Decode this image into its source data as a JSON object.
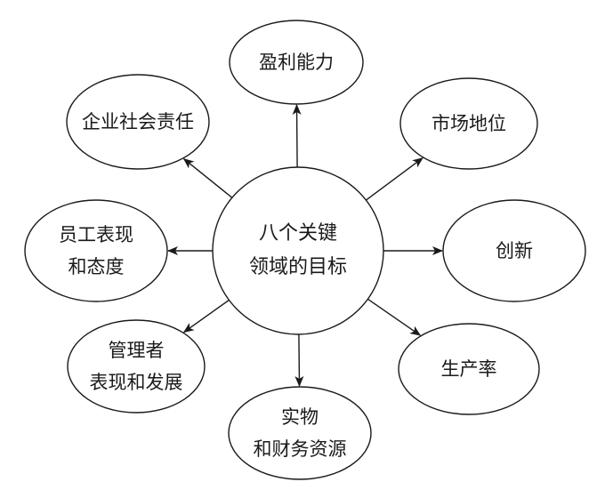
{
  "colors": {
    "stroke": "#1a1a1a",
    "fill": "#ffffff",
    "text": "#1a1a1a"
  },
  "center": {
    "lines": [
      "八个关键",
      "领域的目标"
    ]
  },
  "nodes": [
    {
      "id": "profitability",
      "lines": [
        "盈利能力"
      ]
    },
    {
      "id": "market-position",
      "lines": [
        "市场地位"
      ]
    },
    {
      "id": "innovation",
      "lines": [
        "创新"
      ]
    },
    {
      "id": "productivity",
      "lines": [
        "生产率"
      ]
    },
    {
      "id": "physical-financial-resources",
      "lines": [
        "实物",
        "和财务资源"
      ]
    },
    {
      "id": "manager-performance-development",
      "lines": [
        "管理者",
        "表现和发展"
      ]
    },
    {
      "id": "employee-performance-attitude",
      "lines": [
        "员工表现",
        "和态度"
      ]
    },
    {
      "id": "corporate-social-responsibility",
      "lines": [
        "企业社会责任"
      ]
    }
  ]
}
